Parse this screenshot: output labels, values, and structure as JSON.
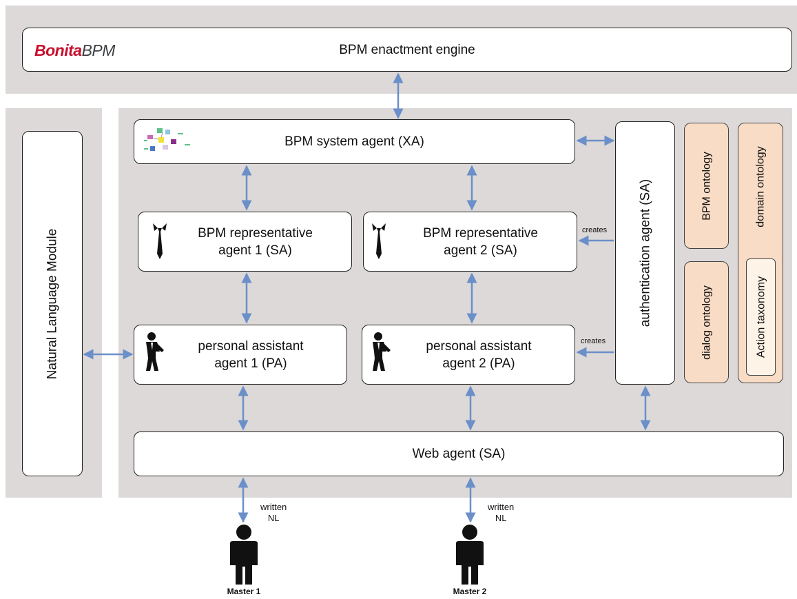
{
  "logo": {
    "part1": "Bonita",
    "part2": "BPM"
  },
  "engine": {
    "label": "BPM enactment engine"
  },
  "system_agent": {
    "label": "BPM system agent (XA)"
  },
  "rep_agent_1": {
    "label": "BPM representative\nagent 1 (SA)"
  },
  "rep_agent_2": {
    "label": "BPM representative\nagent 2 (SA)"
  },
  "pa_agent_1": {
    "label": "personal assistant\nagent 1 (PA)"
  },
  "pa_agent_2": {
    "label": "personal assistant\nagent 2 (PA)"
  },
  "auth_agent": {
    "label": "authentication agent (SA)"
  },
  "nl_module": {
    "label": "Natural Language Module"
  },
  "web_agent": {
    "label": "Web agent (SA)"
  },
  "ontologies": {
    "bpm": "BPM ontology",
    "dialog": "dialog ontology",
    "domain": "domain ontology",
    "action": "Action taxonomy"
  },
  "creates_1": "creates",
  "creates_2": "creates",
  "written_1": "written\nNL",
  "written_2": "written\nNL",
  "master_1": "Master 1",
  "master_2": "Master 2",
  "colors": {
    "panel": "#dcd9d8",
    "arrow": "#6b8fc9",
    "ontology": "#f9dcc5",
    "logo_red": "#c8102e"
  }
}
